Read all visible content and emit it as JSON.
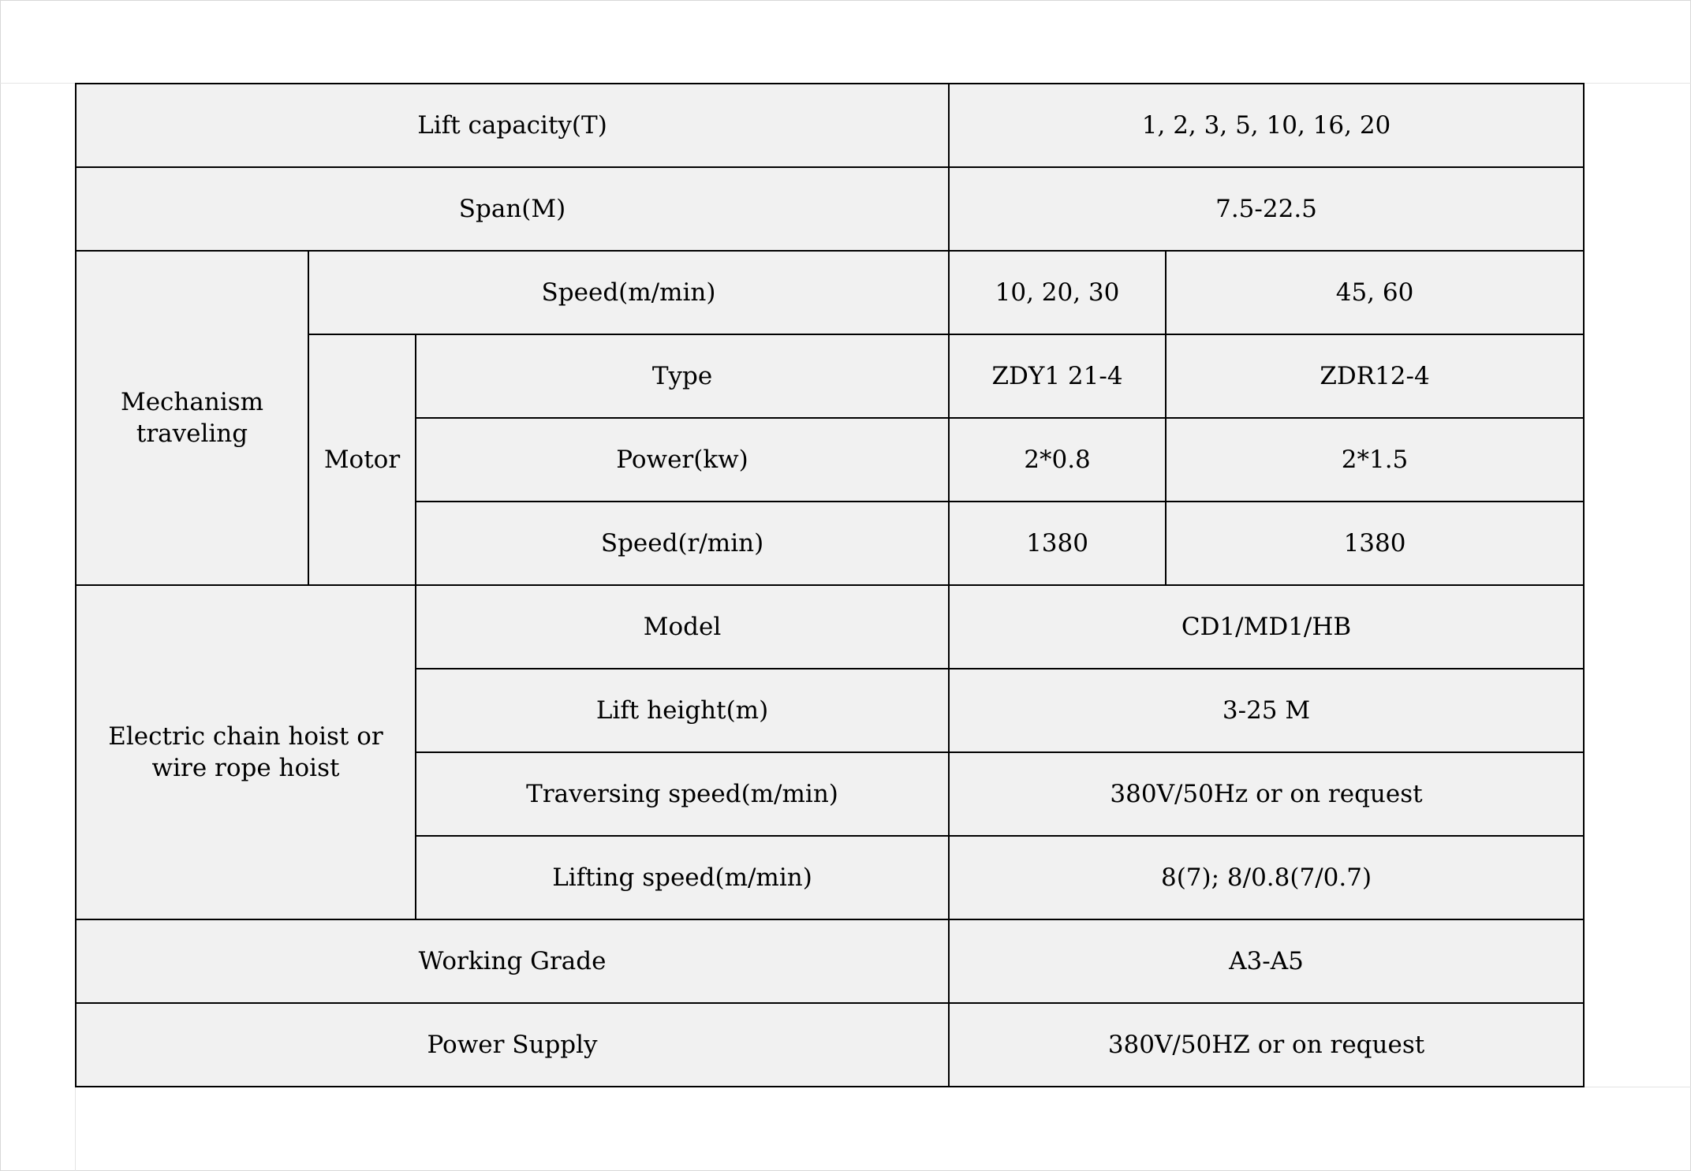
{
  "table": {
    "lift_capacity": {
      "label": "Lift capacity(T)",
      "value": "1, 2, 3, 5, 10, 16, 20"
    },
    "span": {
      "label": "Span(M)",
      "value": "7.5-22.5"
    },
    "mechanism_traveling": {
      "label": "Mechanism traveling",
      "speed": {
        "label": "Speed(m/min)",
        "value_a": "10, 20, 30",
        "value_b": "45, 60"
      },
      "motor": {
        "label": "Motor",
        "type": {
          "label": "Type",
          "value_a": "ZDY1 21-4",
          "value_b": "ZDR12-4"
        },
        "power": {
          "label": "Power(kw)",
          "value_a": "2*0.8",
          "value_b": "2*1.5"
        },
        "speed": {
          "label": "Speed(r/min)",
          "value_a": "1380",
          "value_b": "1380"
        }
      }
    },
    "hoist": {
      "label": "Electric chain hoist or wire rope hoist",
      "model": {
        "label": "Model",
        "value": "CD1/MD1/HB"
      },
      "lift_height": {
        "label": "Lift height(m)",
        "value": "3-25 M"
      },
      "traversing_speed": {
        "label": "Traversing speed(m/min)",
        "value": "380V/50Hz or on request"
      },
      "lifting_speed": {
        "label": "Lifting speed(m/min)",
        "value": "8(7); 8/0.8(7/0.7)"
      }
    },
    "working_grade": {
      "label": "Working Grade",
      "value": "A3-A5"
    },
    "power_supply": {
      "label": "Power Supply",
      "value": "380V/50HZ or on request"
    }
  },
  "colors": {
    "cell_background": "#f1f1f1",
    "border": "#000000",
    "page_background": "#ffffff"
  }
}
